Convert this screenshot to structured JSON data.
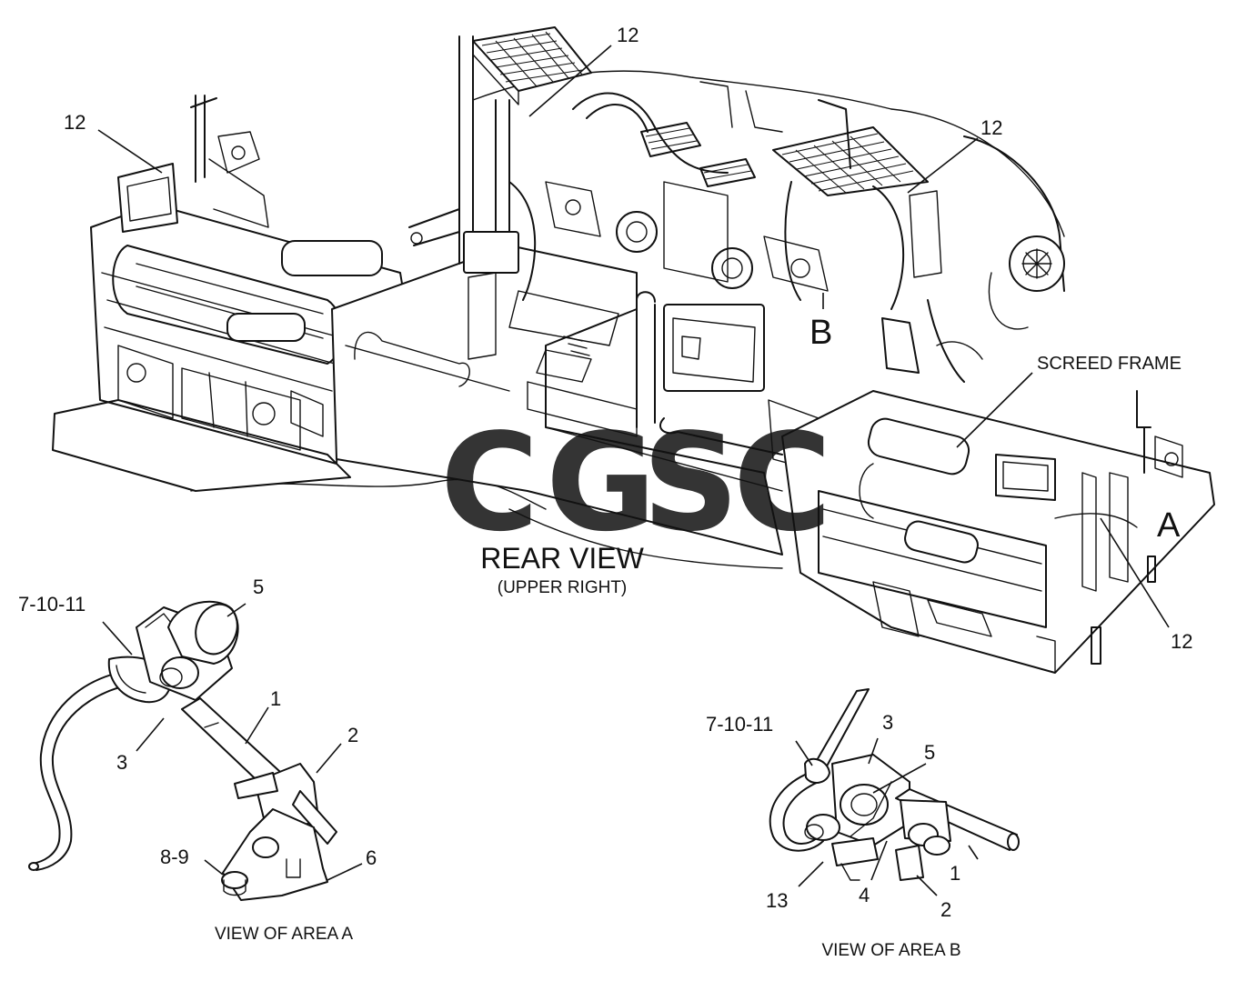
{
  "diagram": {
    "title": "REAR VIEW",
    "subtitle": "(UPPER RIGHT)",
    "frame_label": "SCREED FRAME",
    "area_labels": {
      "a": "A",
      "b": "B"
    },
    "main_callouts": [
      "12",
      "12",
      "12",
      "12"
    ],
    "view_a": {
      "caption": "VIEW OF AREA A",
      "callouts": {
        "c7_10_11": "7-10-11",
        "c5": "5",
        "c1": "1",
        "c2": "2",
        "c3": "3",
        "c8_9": "8-9",
        "c6": "6"
      }
    },
    "view_b": {
      "caption": "VIEW OF AREA B",
      "callouts": {
        "c7_10_11": "7-10-11",
        "c3": "3",
        "c5": "5",
        "c1": "1",
        "c13": "13",
        "c4": "4",
        "c2": "2"
      }
    },
    "watermark": {
      "letters": [
        "C",
        "G",
        "S",
        "C"
      ],
      "colors": [
        "#6fa0f5",
        "#f08a80",
        "#f7d35a",
        "#4fb386"
      ]
    }
  }
}
